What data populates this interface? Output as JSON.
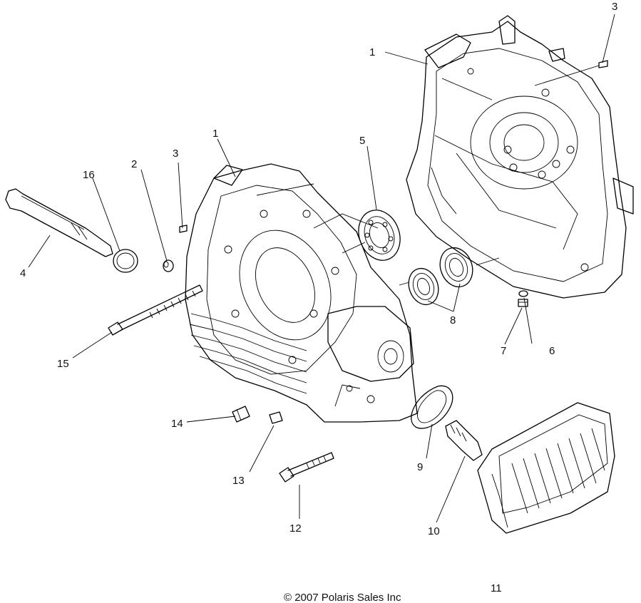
{
  "callouts": {
    "c1_left": "1",
    "c1_right": "1",
    "c2": "2",
    "c3_left": "3",
    "c3_right": "3",
    "c4": "4",
    "c5": "5",
    "c6": "6",
    "c7": "7",
    "c8": "8",
    "c9": "9",
    "c10": "10",
    "c11": "11",
    "c12": "12",
    "c13": "13",
    "c14": "14",
    "c15": "15",
    "c16": "16"
  },
  "copyright": "© 2007 Polaris Sales Inc"
}
